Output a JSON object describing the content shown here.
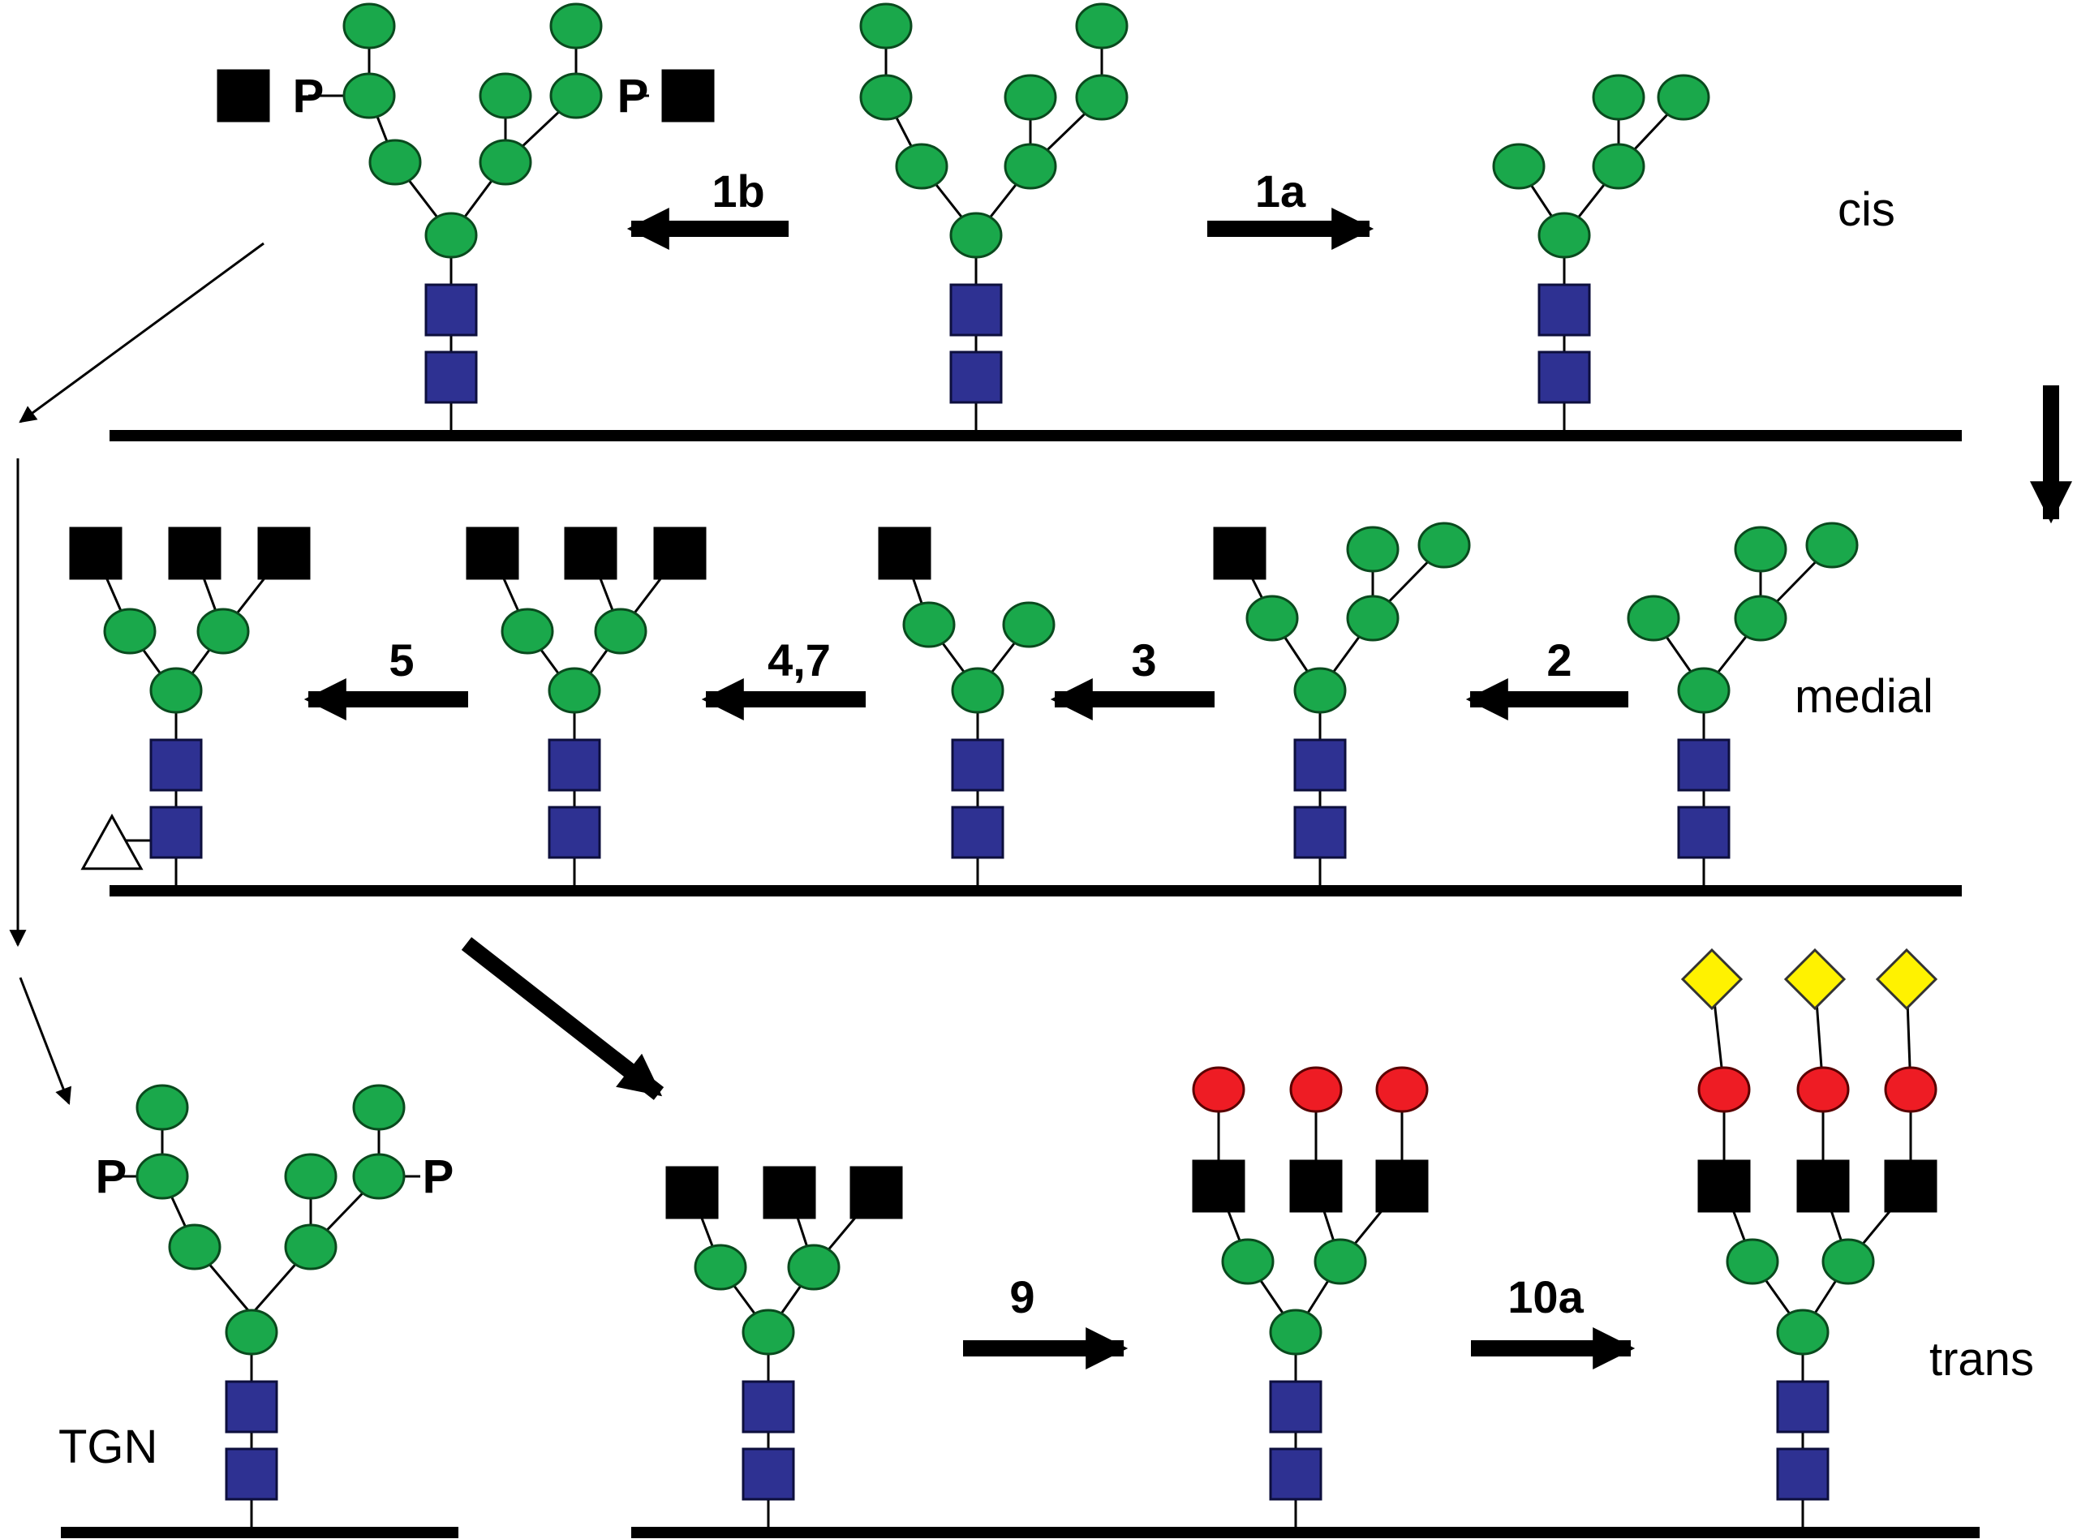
{
  "colors": {
    "mannose": "#1aa84b",
    "glcnac": "#2e3192",
    "terminal_square": "#000000",
    "galactose": "#ee1c24",
    "sialic_acid": "#fff200",
    "membrane": "#000000",
    "fucose_fill": "#ffffff"
  },
  "labels": {
    "cis": "cis",
    "medial": "medial",
    "trans": "trans",
    "tgn": "TGN"
  },
  "steps": {
    "s1b": "1b",
    "s1a": "1a",
    "s2": "2",
    "s3": "3",
    "s47": "4,7",
    "s5": "5",
    "s9": "9",
    "s10a": "10a"
  },
  "phosphate": "P",
  "glycans": [
    {
      "name": "glycan-cis-phosphorylated",
      "compartment": "cis"
    },
    {
      "name": "glycan-cis-high-mannose",
      "compartment": "cis"
    },
    {
      "name": "glycan-cis-trimmed",
      "compartment": "cis"
    },
    {
      "name": "glycan-medial-1",
      "compartment": "medial"
    },
    {
      "name": "glycan-medial-2",
      "compartment": "medial"
    },
    {
      "name": "glycan-medial-3",
      "compartment": "medial"
    },
    {
      "name": "glycan-medial-4",
      "compartment": "medial"
    },
    {
      "name": "glycan-medial-fucosylated",
      "compartment": "medial"
    },
    {
      "name": "glycan-tgn-phosphorylated",
      "compartment": "TGN"
    },
    {
      "name": "glycan-trans-1",
      "compartment": "trans"
    },
    {
      "name": "glycan-trans-galactosylated",
      "compartment": "trans"
    },
    {
      "name": "glycan-trans-sialylated",
      "compartment": "trans"
    }
  ]
}
